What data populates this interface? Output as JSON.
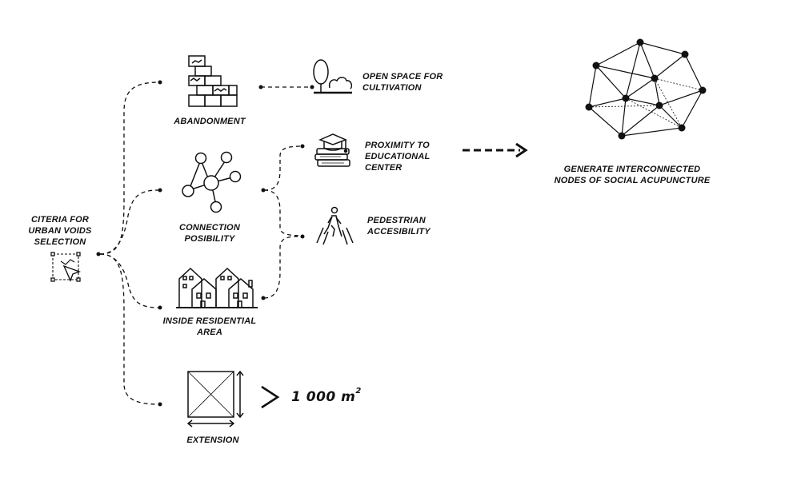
{
  "root": {
    "lines": [
      "CITERIA FOR",
      "URBAN VOIDS",
      "SELECTION"
    ]
  },
  "criteria": [
    {
      "id": "abandonment",
      "lines": [
        "ABANDONMENT"
      ]
    },
    {
      "id": "connection",
      "lines": [
        "CONNECTION",
        "POSIBILITY"
      ]
    },
    {
      "id": "residential",
      "lines": [
        "INSIDE RESIDENTIAL",
        "AREA"
      ]
    },
    {
      "id": "extension",
      "lines": [
        "EXTENSION"
      ]
    }
  ],
  "subcriteria": [
    {
      "id": "open-space",
      "lines": [
        "OPEN SPACE FOR",
        "CULTIVATION"
      ]
    },
    {
      "id": "education",
      "lines": [
        "PROXIMITY TO",
        "EDUCATIONAL",
        "CENTER"
      ]
    },
    {
      "id": "pedestrian",
      "lines": [
        "PEDESTRIAN",
        "ACCESIBILITY"
      ]
    }
  ],
  "area": {
    "value": "1 000 m",
    "unit_exp": "2"
  },
  "result": {
    "lines": [
      "GENERATE INTERCONNECTED",
      "NODES OF SOCIAL ACUPUNCTURE"
    ]
  },
  "colors": {
    "ink": "#111111",
    "background": "#ffffff"
  }
}
